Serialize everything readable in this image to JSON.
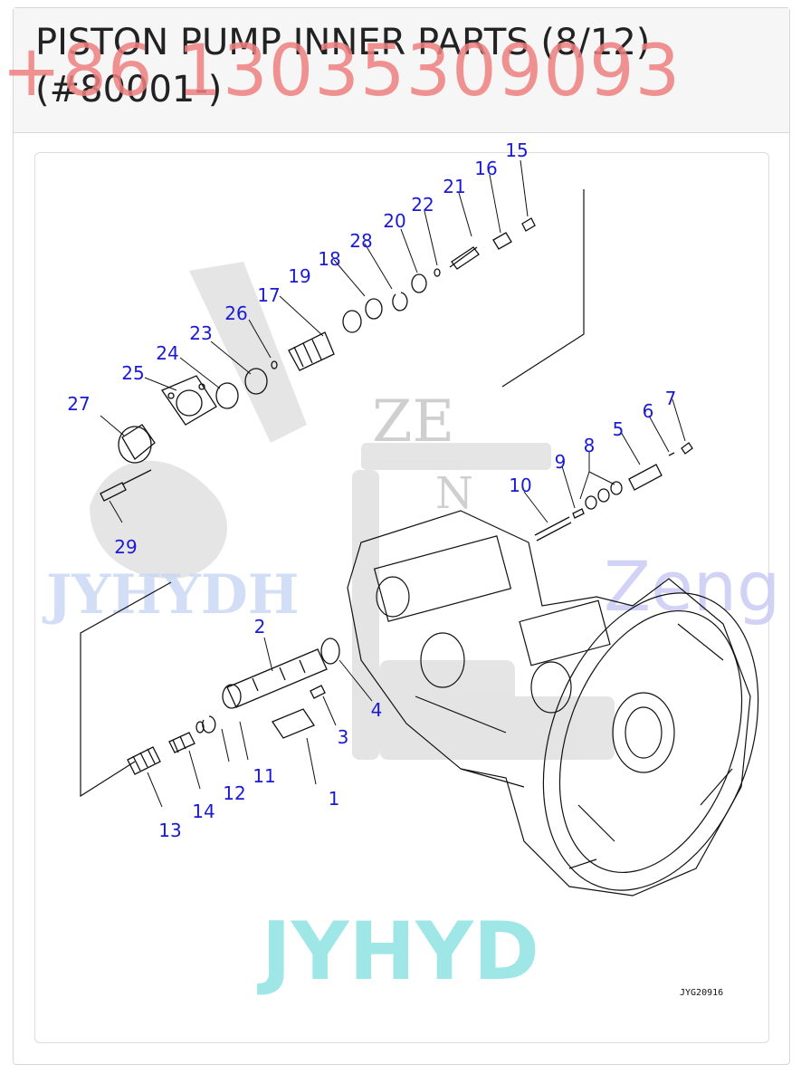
{
  "header": {
    "title": "PISTON PUMP INNER PARTS (8/12) (#80001-)"
  },
  "watermarks": {
    "phone": "+86 13035309093",
    "ze": "ZE",
    "n": "N",
    "jyhydh": "JYHYDH",
    "zeng": "Zeng",
    "jyhyd": "JYHYD",
    "colors": {
      "phone": "#f08080",
      "light_blue": "#c8d6f4",
      "cyan": "#7fdede",
      "logo_gray": "#d8d8d8"
    }
  },
  "diagram": {
    "drawing_id": "JYG20916",
    "part_numbers": [
      "1",
      "2",
      "3",
      "4",
      "5",
      "6",
      "7",
      "8",
      "9",
      "10",
      "11",
      "12",
      "13",
      "14",
      "15",
      "16",
      "17",
      "18",
      "19",
      "20",
      "21",
      "22",
      "23",
      "24",
      "25",
      "26",
      "27",
      "28",
      "29"
    ],
    "callout_color": "#1a1ad6"
  }
}
